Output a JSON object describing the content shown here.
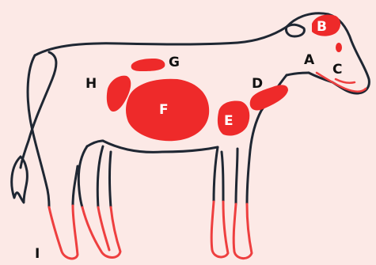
{
  "colors": {
    "background": "#fce9e6",
    "outline": "#1f2733",
    "spot": "#ee2a2a",
    "hoof_outline": "#ee3f3f"
  },
  "labels": {
    "A": "A",
    "B": "B",
    "C": "C",
    "D": "D",
    "E": "E",
    "F": "F",
    "G": "G",
    "H": "H",
    "I": "I"
  }
}
